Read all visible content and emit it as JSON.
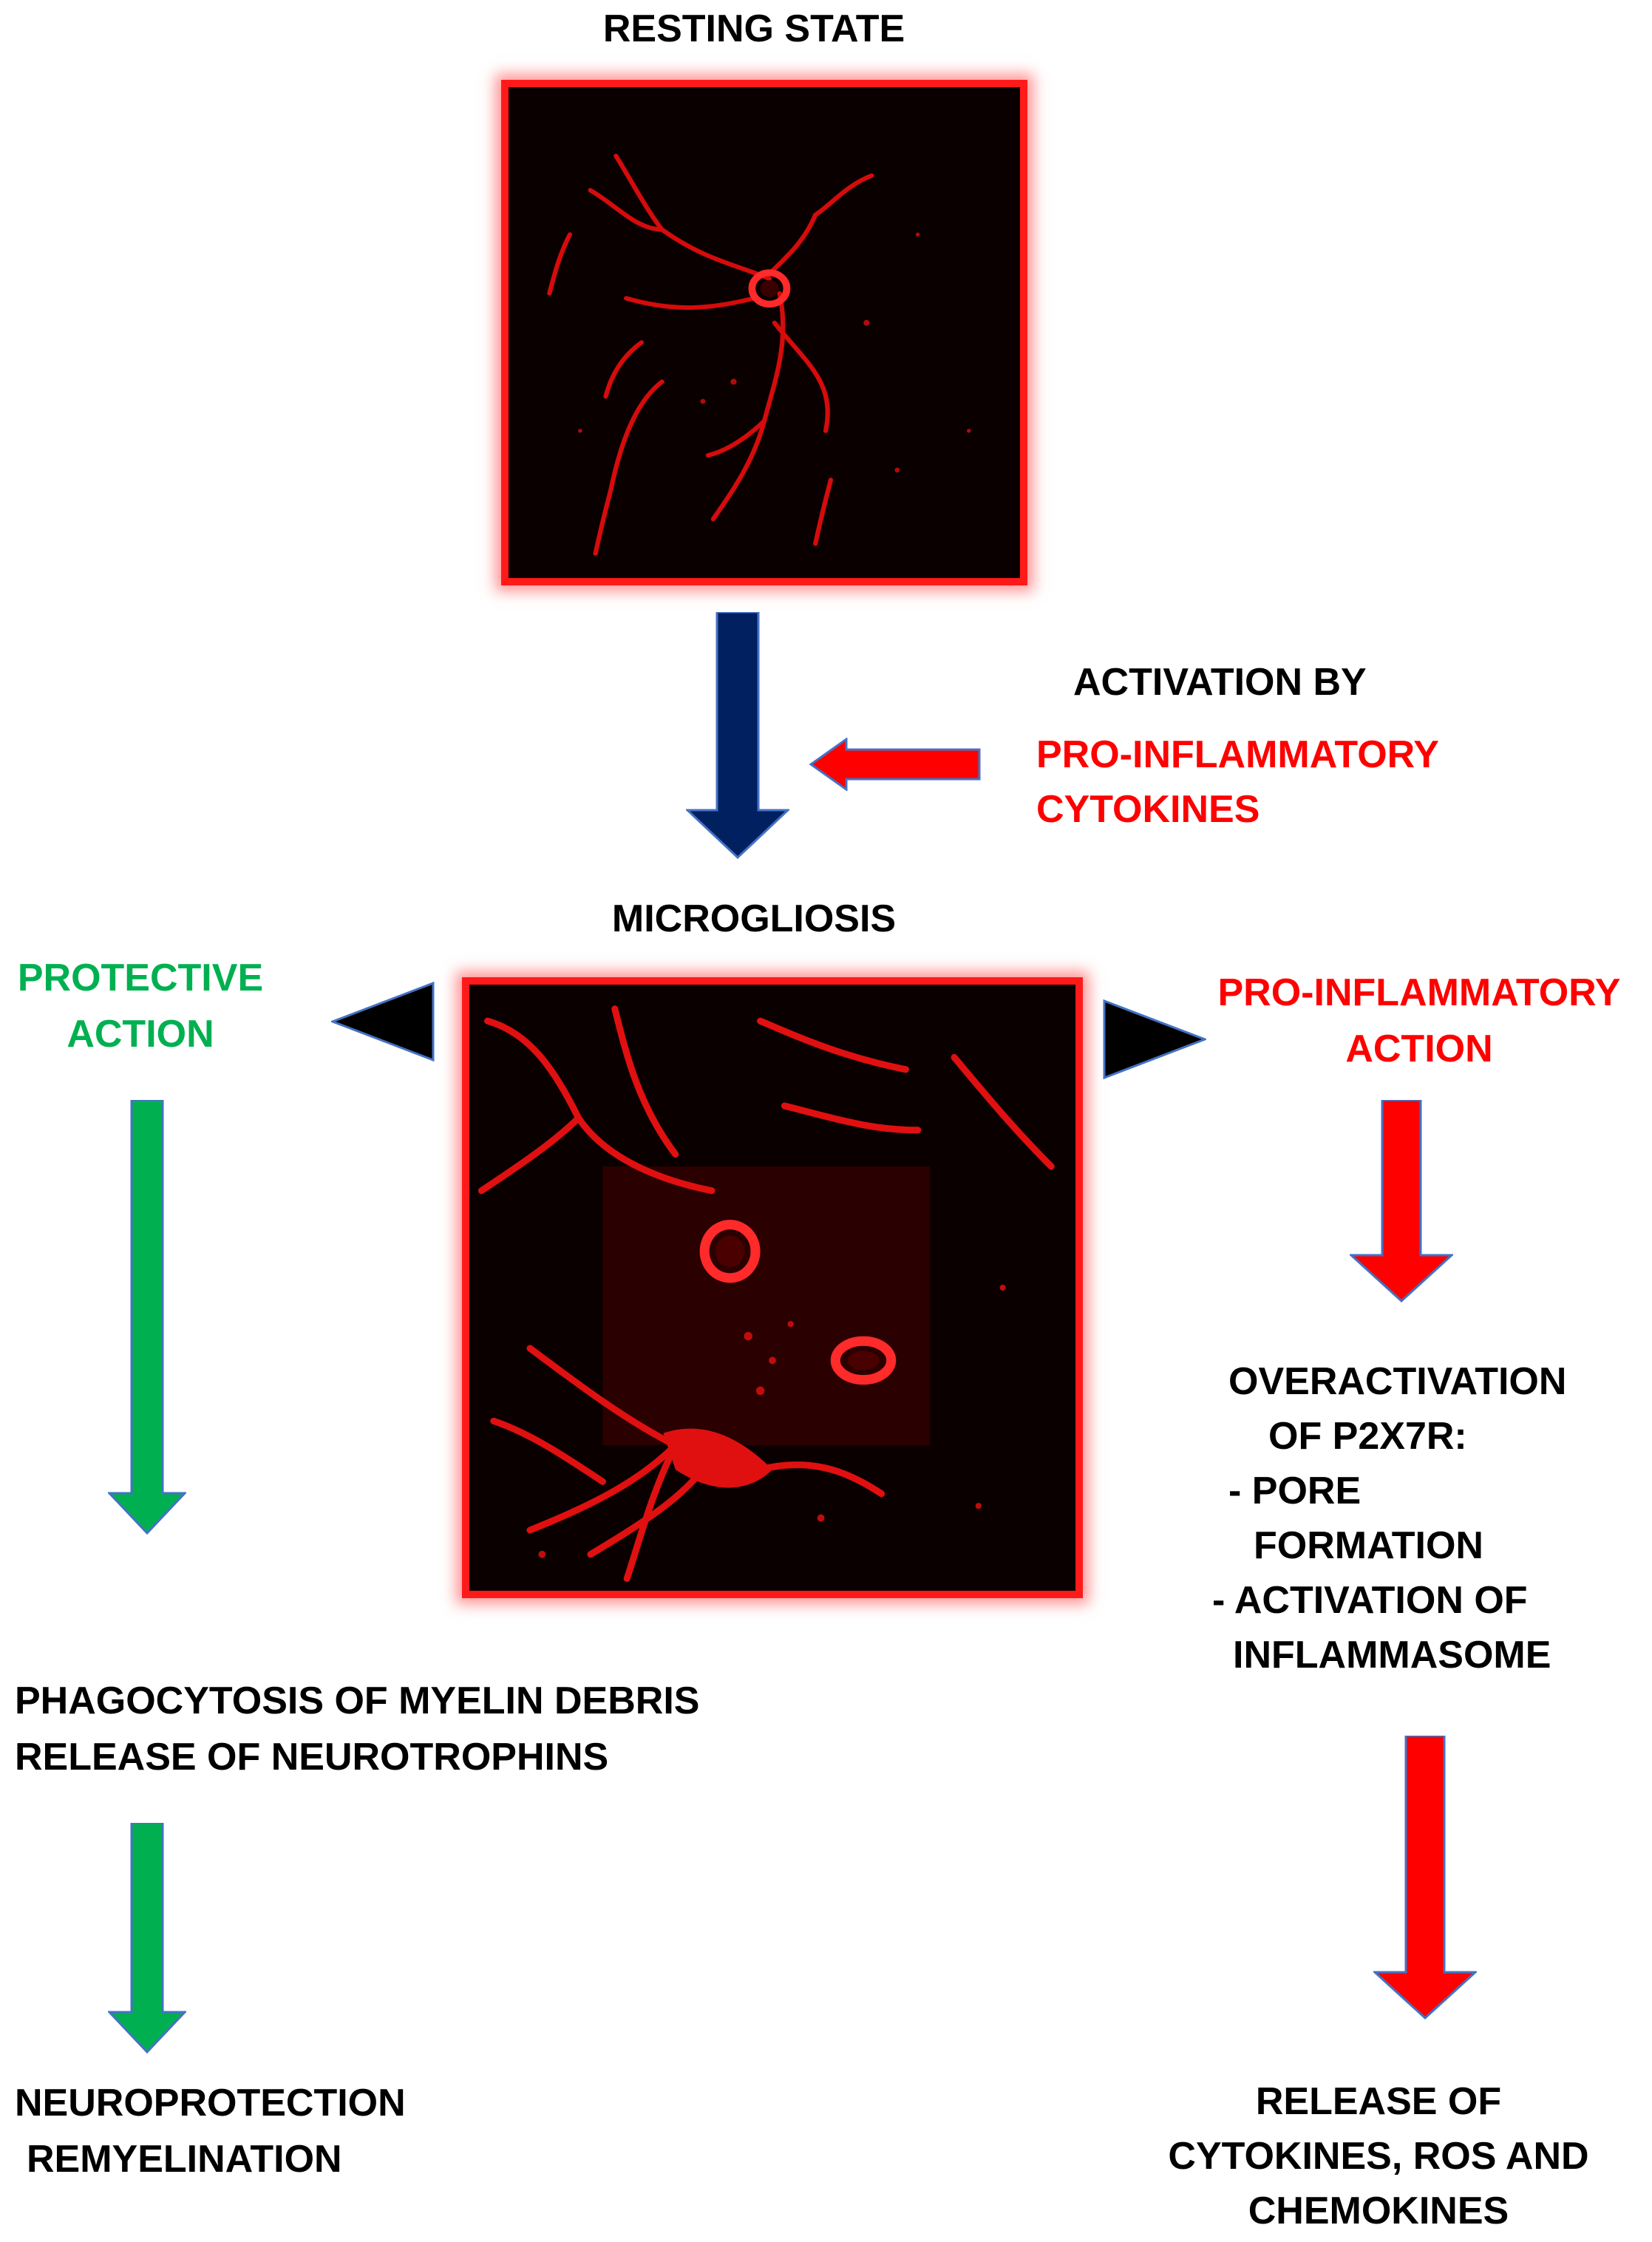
{
  "resting": {
    "title": "RESTING STATE"
  },
  "activation": {
    "line1": "ACTIVATION BY",
    "line2": "PRO-INFLAMMATORY",
    "line3": "CYTOKINES"
  },
  "microgliosis": {
    "title": "MICROGLIOSIS"
  },
  "protective": {
    "line1": "PROTECTIVE",
    "line2": "ACTION",
    "outcome1_line1": "PHAGOCYTOSIS OF MYELIN DEBRIS",
    "outcome1_line2": "RELEASE OF NEUROTROPHINS",
    "outcome2_line1": "NEUROPROTECTION",
    "outcome2_line2": "REMYELINATION"
  },
  "proinflammatory": {
    "line1": "PRO-INFLAMMATORY",
    "line2": "ACTION",
    "over1": "OVERACTIVATION",
    "over2": "OF P2X7R:",
    "over3": "- PORE",
    "over4": "FORMATION",
    "over5": "- ACTIVATION OF",
    "over6": "INFLAMMASOME",
    "release1": "RELEASE OF",
    "release2": "CYTOKINES, ROS AND",
    "release3": "CHEMOKINES"
  },
  "colors": {
    "red": "#ff0000",
    "green": "#00b050",
    "navy": "#002060",
    "black": "#000000",
    "outline": "#4472c4"
  },
  "icons": {
    "down_arrow_navy": "down-arrow",
    "left_arrow_red": "left-arrow",
    "left_triangle": "left-triangle",
    "right_triangle": "right-triangle",
    "down_arrow_green": "down-arrow",
    "down_arrow_red": "down-arrow"
  }
}
